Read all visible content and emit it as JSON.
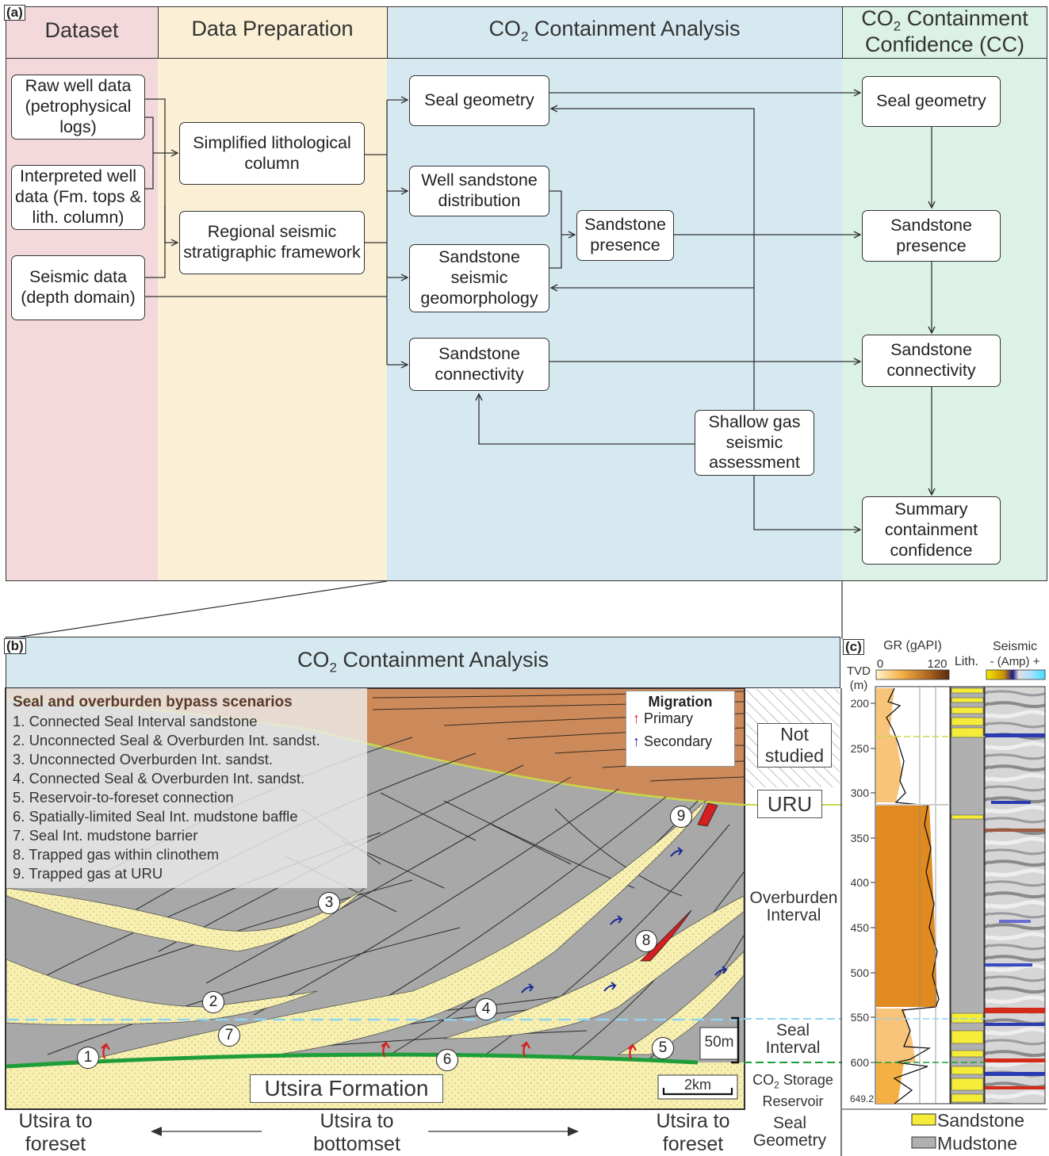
{
  "panel_a": {
    "label": "(a)",
    "columns": {
      "dataset": "Dataset",
      "data_prep": "Data Preparation",
      "co2_analysis_pre": "CO",
      "co2_analysis_sub": "2",
      "co2_analysis_post": " Containment Analysis",
      "cc_line1_pre": "CO",
      "cc_line1_sub": "2",
      "cc_line1_post": " Containment",
      "cc_line2": "Confidence (CC)"
    },
    "boxes": {
      "raw_well": "Raw well data (petrophysical logs)",
      "interp_well": "Interpreted well data (Fm. tops & lith. column)",
      "seismic_data": "Seismic data (depth domain)",
      "simplified_lith": "Simplified lithological column",
      "regional_seismic": "Regional seismic stratigraphic framework",
      "seal_geometry": "Seal geometry",
      "well_sandstone": "Well sandstone distribution",
      "sandstone_presence": "Sandstone presence",
      "sandstone_geomorph": "Sandstone seismic geomorphology",
      "sandstone_connectivity": "Sandstone connectivity",
      "shallow_gas": "Shallow gas seismic assessment",
      "cc_seal_geometry": "Seal geometry",
      "cc_sandstone_presence": "Sandstone presence",
      "cc_sandstone_connectivity": "Sandstone connectivity",
      "cc_summary": "Summary containment confidence"
    },
    "colors": {
      "dataset": "#f4d9dc",
      "data_prep": "#fbf0d6",
      "analysis": "#d6e9f1",
      "cc": "#dcf2e6"
    }
  },
  "panel_b": {
    "label": "(b)",
    "header_pre": "CO",
    "header_sub": "2",
    "header_post": " Containment Analysis",
    "scenarios_title": "Seal and overburden bypass scenarios",
    "scenarios": [
      "1. Connected Seal Interval sandstone",
      "2. Unconnected Seal & Overburden Int. sandst.",
      "3. Unconnected Overburden Int. sandst.",
      "4. Connected Seal & Overburden Int. sandst.",
      "5. Reservoir-to-foreset connection",
      "6. Spatially-limited Seal Int. mudstone baffle",
      "7. Seal Int. mudstone barrier",
      "8. Trapped gas within clinothem",
      "9. Trapped gas at URU"
    ],
    "migration_title": "Migration",
    "migration_primary": "Primary",
    "migration_secondary": "Secondary",
    "formation": "Utsira Formation",
    "scale_bar": "2km",
    "vertical_scale": "50m",
    "intervals": {
      "not_studied": "Not studied",
      "uru": "URU",
      "overburden": "Overburden Interval",
      "seal": "Seal Interval",
      "storage_pre": "CO",
      "storage_sub": "2",
      "storage_post": " Storage",
      "storage_line2": "Reservoir"
    },
    "bottom": {
      "left": "Utsira to foreset",
      "middle": "Utsira to bottomset",
      "right": "Utsira to foreset",
      "seal_geometry": "Seal Geometry"
    },
    "numbers": [
      "1",
      "2",
      "3",
      "4",
      "5",
      "6",
      "7",
      "8",
      "9"
    ],
    "colors": {
      "sandstone": "#f7f0b0",
      "mudstone": "#a8a8a8",
      "overburden_top": "#cc8a5a",
      "gas": "#d42020",
      "seal_line": "#8fd3ef",
      "reservoir_line": "#1e9e3a",
      "uru_line": "#c8d84a"
    }
  },
  "panel_c": {
    "label": "(c)",
    "tvd": "TVD",
    "tvd_unit": "(m)",
    "gr_title": "GR (gAPI)",
    "gr_min": "0",
    "gr_max": "120",
    "lith_title": "Lith.",
    "seismic_title": "Seismic",
    "seismic_sub": "(Amp)",
    "seismic_minus": "-",
    "seismic_plus": "+",
    "depth_ticks": [
      "200",
      "250",
      "300",
      "350",
      "400",
      "450",
      "500",
      "550",
      "600",
      "649.2"
    ],
    "legend_sandstone": "Sandstone",
    "legend_mudstone": "Mudstone"
  }
}
